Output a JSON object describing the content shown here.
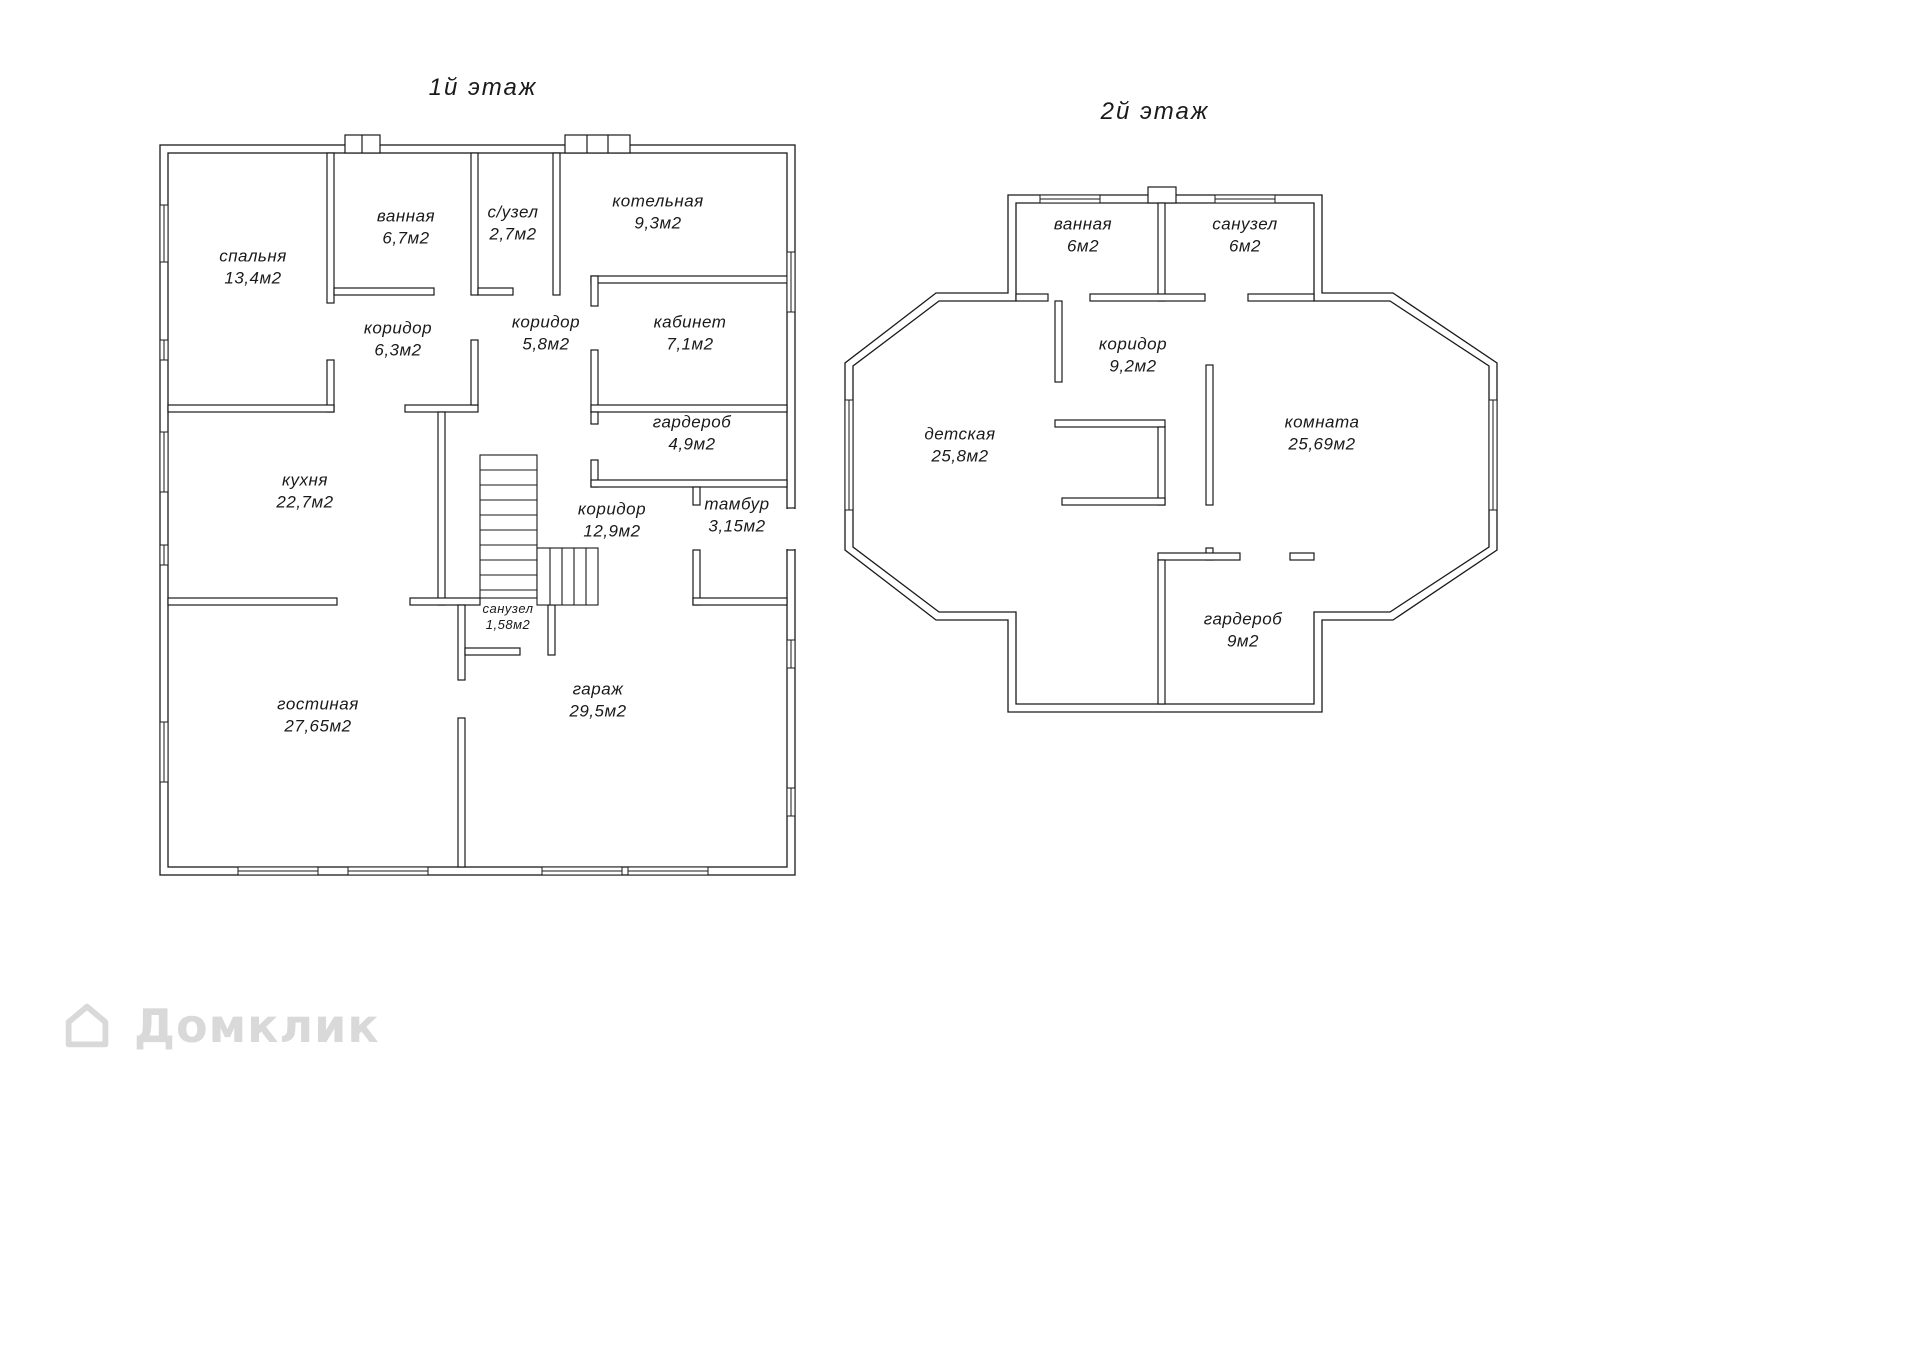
{
  "floors": [
    {
      "title": "1й этаж",
      "rooms": [
        {
          "name": "спальня",
          "area": "13,4м2"
        },
        {
          "name": "ванная",
          "area": "6,7м2"
        },
        {
          "name": "с/узел",
          "area": "2,7м2"
        },
        {
          "name": "котельная",
          "area": "9,3м2"
        },
        {
          "name": "коридор",
          "area": "6,3м2"
        },
        {
          "name": "коридор",
          "area": "5,8м2"
        },
        {
          "name": "кабинет",
          "area": "7,1м2"
        },
        {
          "name": "гардероб",
          "area": "4,9м2"
        },
        {
          "name": "кухня",
          "area": "22,7м2"
        },
        {
          "name": "коридор",
          "area": "12,9м2"
        },
        {
          "name": "тамбур",
          "area": "3,15м2"
        },
        {
          "name": "санузел",
          "area": "1,58м2"
        },
        {
          "name": "гостиная",
          "area": "27,65м2"
        },
        {
          "name": "гараж",
          "area": "29,5м2"
        }
      ]
    },
    {
      "title": "2й этаж",
      "rooms": [
        {
          "name": "ванная",
          "area": "6м2"
        },
        {
          "name": "санузел",
          "area": "6м2"
        },
        {
          "name": "коридор",
          "area": "9,2м2"
        },
        {
          "name": "детская",
          "area": "25,8м2"
        },
        {
          "name": "комната",
          "area": "25,69м2"
        },
        {
          "name": "гардероб",
          "area": "9м2"
        }
      ]
    }
  ],
  "watermark": {
    "text": "Домклик",
    "icon": "house-icon",
    "color": "#d9d9d9"
  },
  "drawing": {
    "line_color": "#1a1a1a",
    "background": "#ffffff"
  }
}
